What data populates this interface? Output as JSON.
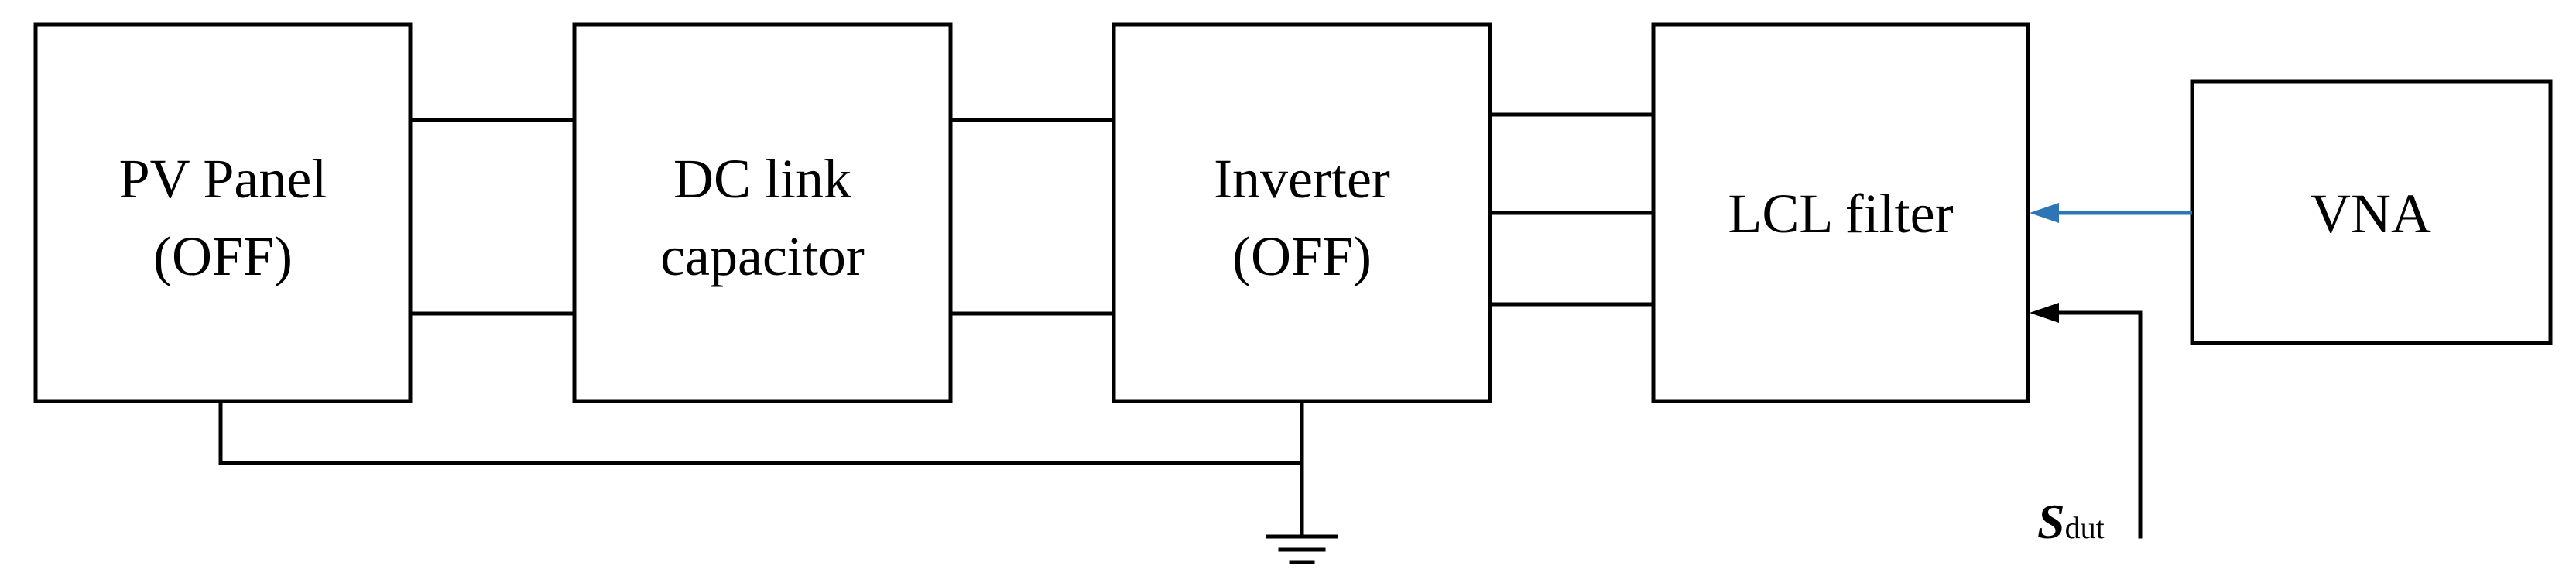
{
  "blocks": {
    "pv_panel": {
      "line1": "PV Panel",
      "line2": "(OFF)"
    },
    "dc_link": {
      "line1": "DC link",
      "line2": "capacitor"
    },
    "inverter": {
      "line1": "Inverter",
      "line2": "(OFF)"
    },
    "lcl_filter": {
      "line1": "LCL filter"
    },
    "vna": {
      "line1": "VNA"
    }
  },
  "signal": {
    "main": "S",
    "subscript": "dut"
  },
  "colors": {
    "stroke": "#000000",
    "vna_signal": "#2e75b6",
    "background": "#ffffff"
  },
  "icons": [
    "ground-symbol-icon",
    "arrowhead-icon"
  ]
}
